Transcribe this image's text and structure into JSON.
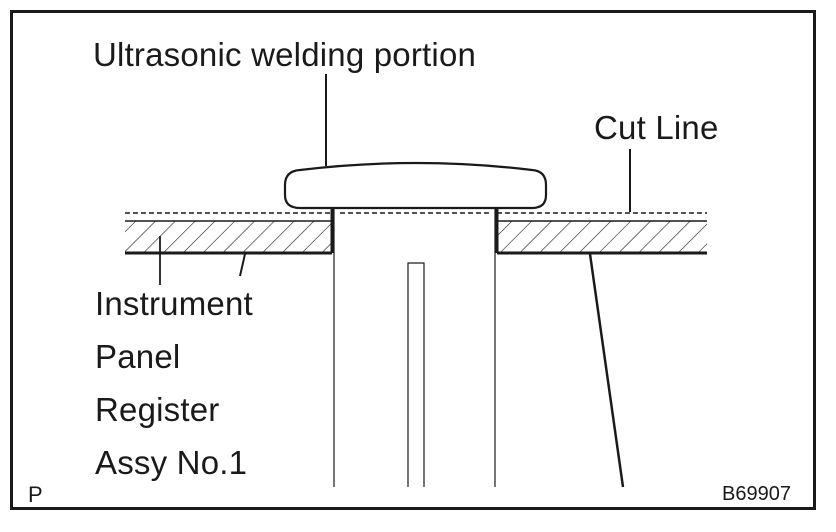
{
  "labels": {
    "welding": "Ultrasonic welding portion",
    "cut_line": "Cut Line",
    "part_name": [
      "Instrument",
      "Panel",
      "Register",
      "Assy No.1"
    ],
    "corner": "P",
    "figure_id": "B69907"
  }
}
